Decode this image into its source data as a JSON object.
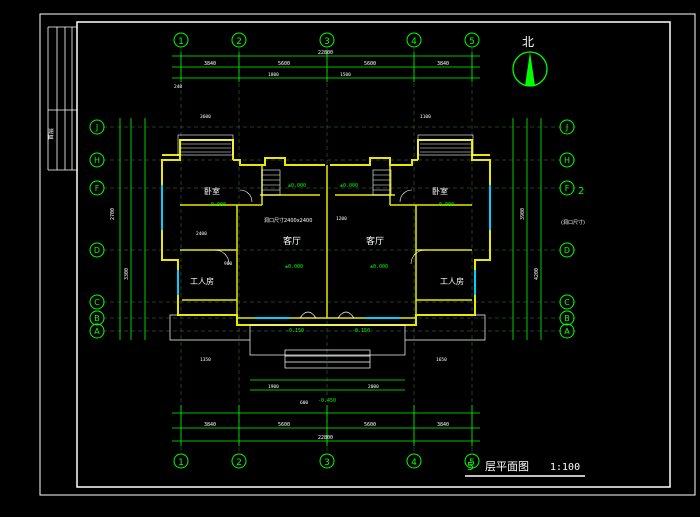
{
  "sheet": {
    "title_block_text": "首层",
    "drawing_title": "层平面图",
    "scale": "1:100",
    "north_label": "北",
    "drawing_number_left": "5"
  },
  "grid": {
    "col_bubbles": [
      "1",
      "2",
      "3",
      "4",
      "5"
    ],
    "row_bubbles_left": [
      "J",
      "H",
      "F",
      "D",
      "C",
      "B",
      "A"
    ],
    "row_bubbles_right": [
      "J",
      "H",
      "F",
      "D",
      "C",
      "B",
      "A"
    ]
  },
  "rooms": {
    "bedroom_left": "卧室",
    "bedroom_right": "卧室",
    "living_left": "客厅",
    "living_right": "客厅",
    "work_left": "工人房",
    "work_right": "工人房"
  },
  "elevations": {
    "bedroom_left": "-0.000",
    "bedroom_right": "-0.000",
    "hall_left": "±0.000",
    "hall_right": "±0.000",
    "living_left": "±0.000",
    "living_right": "±0.000",
    "porch_left": "-0.150",
    "porch_right": "-0.150",
    "entry": "-0.450"
  },
  "notes": {
    "opening_note": "洞口尺寸2400x2400",
    "side_note": "(洞口尺寸)",
    "f2_mark": "2"
  },
  "dimensions": {
    "top_total": "22800",
    "top_row1": [
      "3840",
      "5600",
      "5600",
      "3840"
    ],
    "bottom_total": "22800",
    "bottom_row1": [
      "3840",
      "5600",
      "5600",
      "3840"
    ],
    "small_labels": [
      "240",
      "3600",
      "1800",
      "1500",
      "2400",
      "1200",
      "900",
      "2700",
      "3300",
      "1350",
      "3900",
      "4200",
      "1650",
      "1900",
      "2000",
      "1100",
      "600"
    ]
  }
}
